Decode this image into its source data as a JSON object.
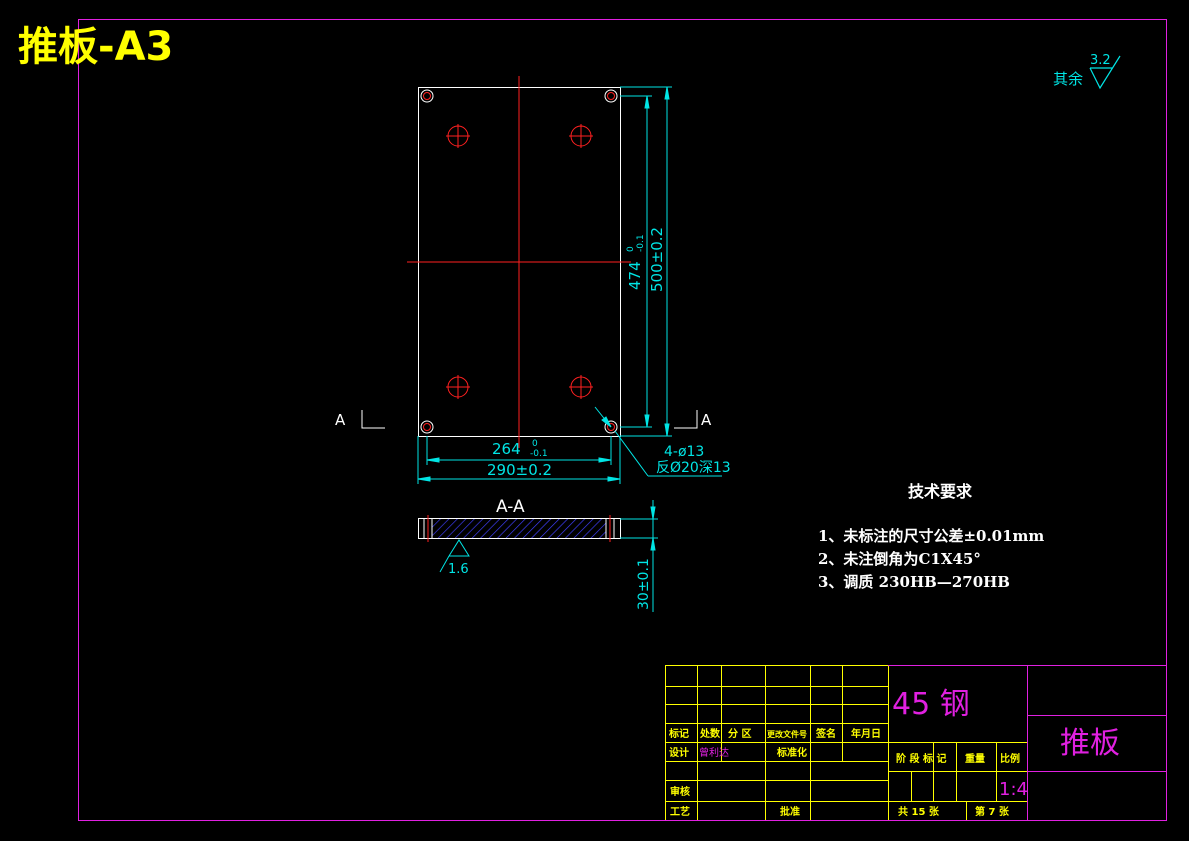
{
  "title": "推板-A3",
  "roughness": {
    "label": "其余",
    "value": "3.2"
  },
  "dimensions": {
    "height_inner": "474",
    "height_inner_tol": "0",
    "height_inner_tol2": "-0.1",
    "height_outer": "500±0.2",
    "width_inner": "264",
    "width_inner_tol": "0",
    "width_inner_tol2": "-0.1",
    "width_outer": "290±0.2",
    "hole_spec": "4-ø13",
    "hole_spec2": "反Ø20深13",
    "thickness": "30±0.1",
    "section_roughness": "1.6"
  },
  "section": {
    "marker": "A",
    "label": "A-A"
  },
  "tech": {
    "heading": "技术要求",
    "items": [
      "1、未标注的尺寸公差±0.01mm",
      "2、未注倒角为C1X45°",
      "3、调质  230HB—270HB"
    ]
  },
  "titleblock": {
    "material": "45 钢",
    "part_name": "推板",
    "scale": "1:4",
    "headers": [
      "标记",
      "处数",
      "分  区",
      "更改文件号",
      "签名",
      "年月日"
    ],
    "design": "设计",
    "designer": "曾利达",
    "standardize": "标准化",
    "stage_headers": [
      "阶 段 标 记",
      "重量",
      "比例"
    ],
    "review": "审核",
    "process": "工艺",
    "approve": "批准",
    "sheets_total": "共 15 张",
    "sheet_no": "第 7 张"
  }
}
